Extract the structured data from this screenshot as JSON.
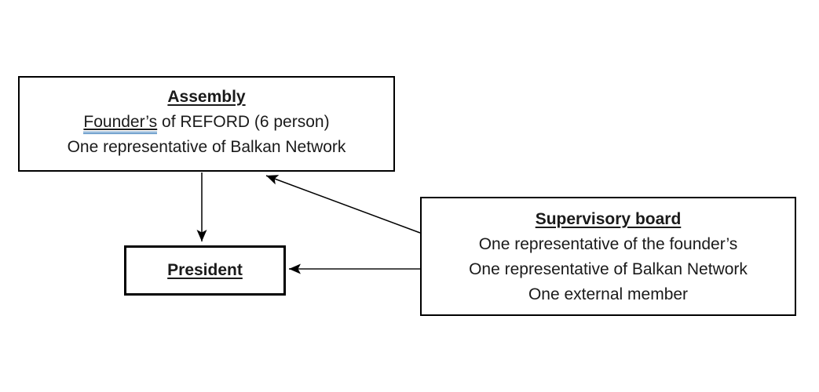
{
  "diagram": {
    "background_color": "#ffffff",
    "box_border_color": "#000000",
    "text_color": "#1a1a1a",
    "grammar_underline_color": "#2e75b6",
    "assembly": {
      "title": "Assembly",
      "line2_underlined_word": "Founder’s",
      "line2_rest": " of REFORD (6 person)",
      "line3": "One representative of Balkan Network"
    },
    "president": {
      "title": "President"
    },
    "supervisory": {
      "title": "Supervisory board",
      "line2": "One representative of the founder’s",
      "line3": "One representative of Balkan Network",
      "line4": "One external member"
    },
    "arrows": [
      {
        "from": "assembly",
        "to": "president",
        "direction": "down"
      },
      {
        "from": "supervisory",
        "to": "assembly",
        "direction": "up-left-diagonal"
      },
      {
        "from": "supervisory",
        "to": "president",
        "direction": "left"
      }
    ]
  }
}
